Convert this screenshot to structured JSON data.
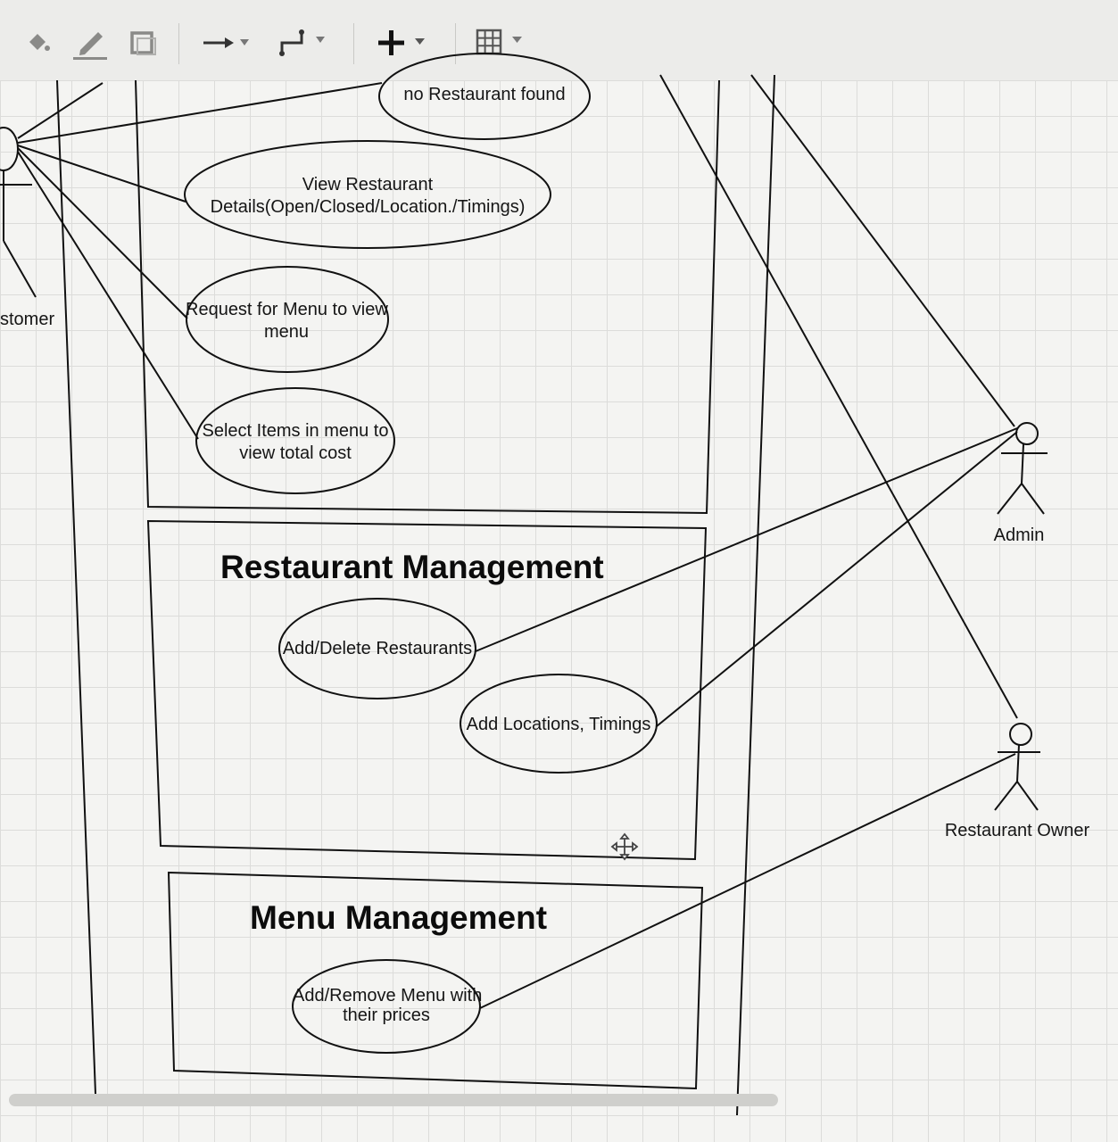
{
  "toolbar": {
    "tools": [
      {
        "name": "fill-color",
        "icon": "paint-bucket-icon"
      },
      {
        "name": "line-color",
        "icon": "pencil-icon"
      },
      {
        "name": "shadow",
        "icon": "square-icon"
      },
      {
        "name": "connection",
        "icon": "arrow-right-icon"
      },
      {
        "name": "waypoints",
        "icon": "waypoint-icon"
      },
      {
        "name": "insert",
        "icon": "plus-icon"
      },
      {
        "name": "table",
        "icon": "table-grid-icon"
      }
    ]
  },
  "diagram": {
    "actors": {
      "customer": "stomer",
      "admin": "Admin",
      "owner": "Restaurant Owner"
    },
    "usecases": {
      "no_restaurant": "no Restaurant found",
      "view_details_1": "View Restaurant",
      "view_details_2": "Details(Open/Closed/Location./Timings)",
      "request_menu_1": "Request for Menu to view",
      "request_menu_2": "menu",
      "select_items_1": "Select Items in menu to",
      "select_items_2": "view total cost",
      "add_delete": "Add/Delete Restaurants",
      "add_locations": "Add Locations, Timings",
      "add_remove_menu_1": "Add/Remove Menu with",
      "add_remove_menu_2": "their prices"
    },
    "packages": {
      "restaurant_management": "Restaurant Management",
      "menu_management": "Menu Management"
    }
  }
}
